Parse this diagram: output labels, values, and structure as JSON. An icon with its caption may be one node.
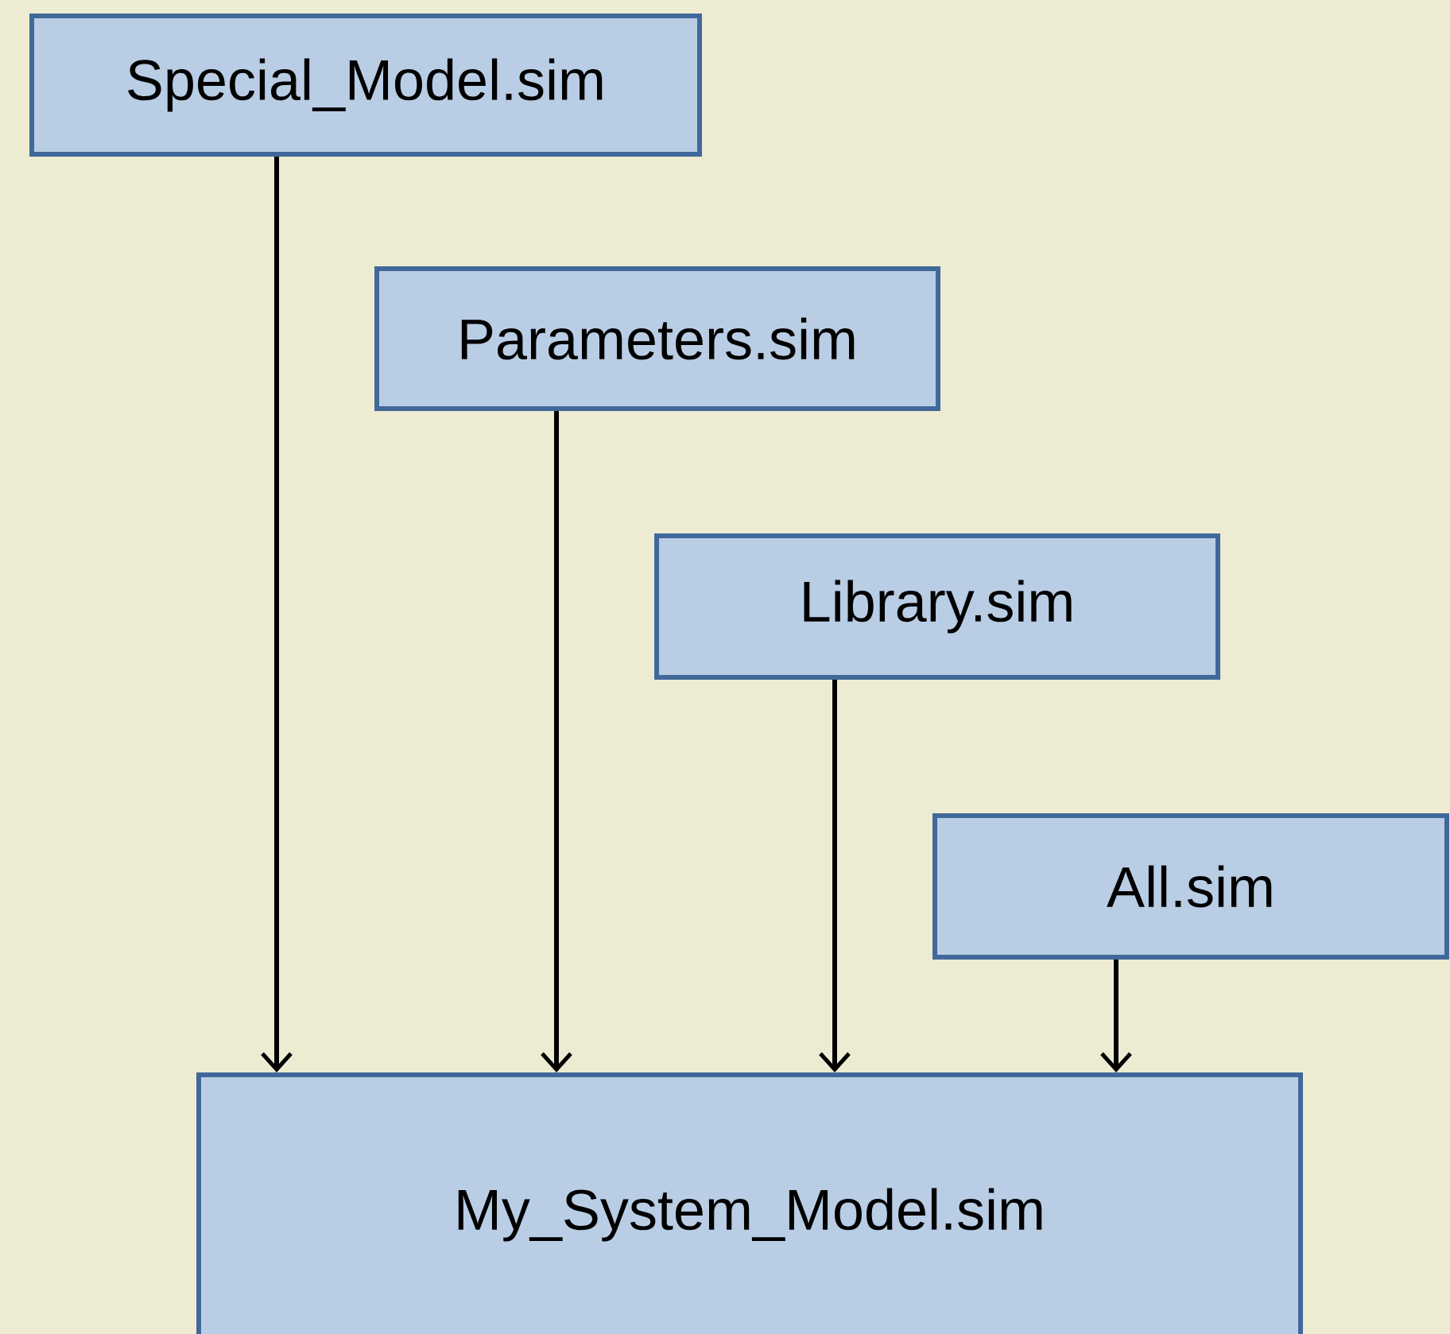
{
  "diagram": {
    "nodes": [
      {
        "text": [
          "Special_Model.sim"
        ]
      },
      {
        "text": [
          "Parameters.sim"
        ]
      },
      {
        "text": [
          "Library.sim"
        ]
      },
      {
        "text": [
          "All.sim"
        ]
      },
      {
        "text": [
          "My_System_Model.sim"
        ]
      }
    ],
    "edges": [
      {
        "from": 0,
        "to": 4,
        "arrow": "to"
      },
      {
        "from": 1,
        "to": 4,
        "arrow": "to"
      },
      {
        "from": 2,
        "to": 4,
        "arrow": "to"
      },
      {
        "from": 3,
        "to": 4,
        "arrow": "to"
      }
    ]
  }
}
